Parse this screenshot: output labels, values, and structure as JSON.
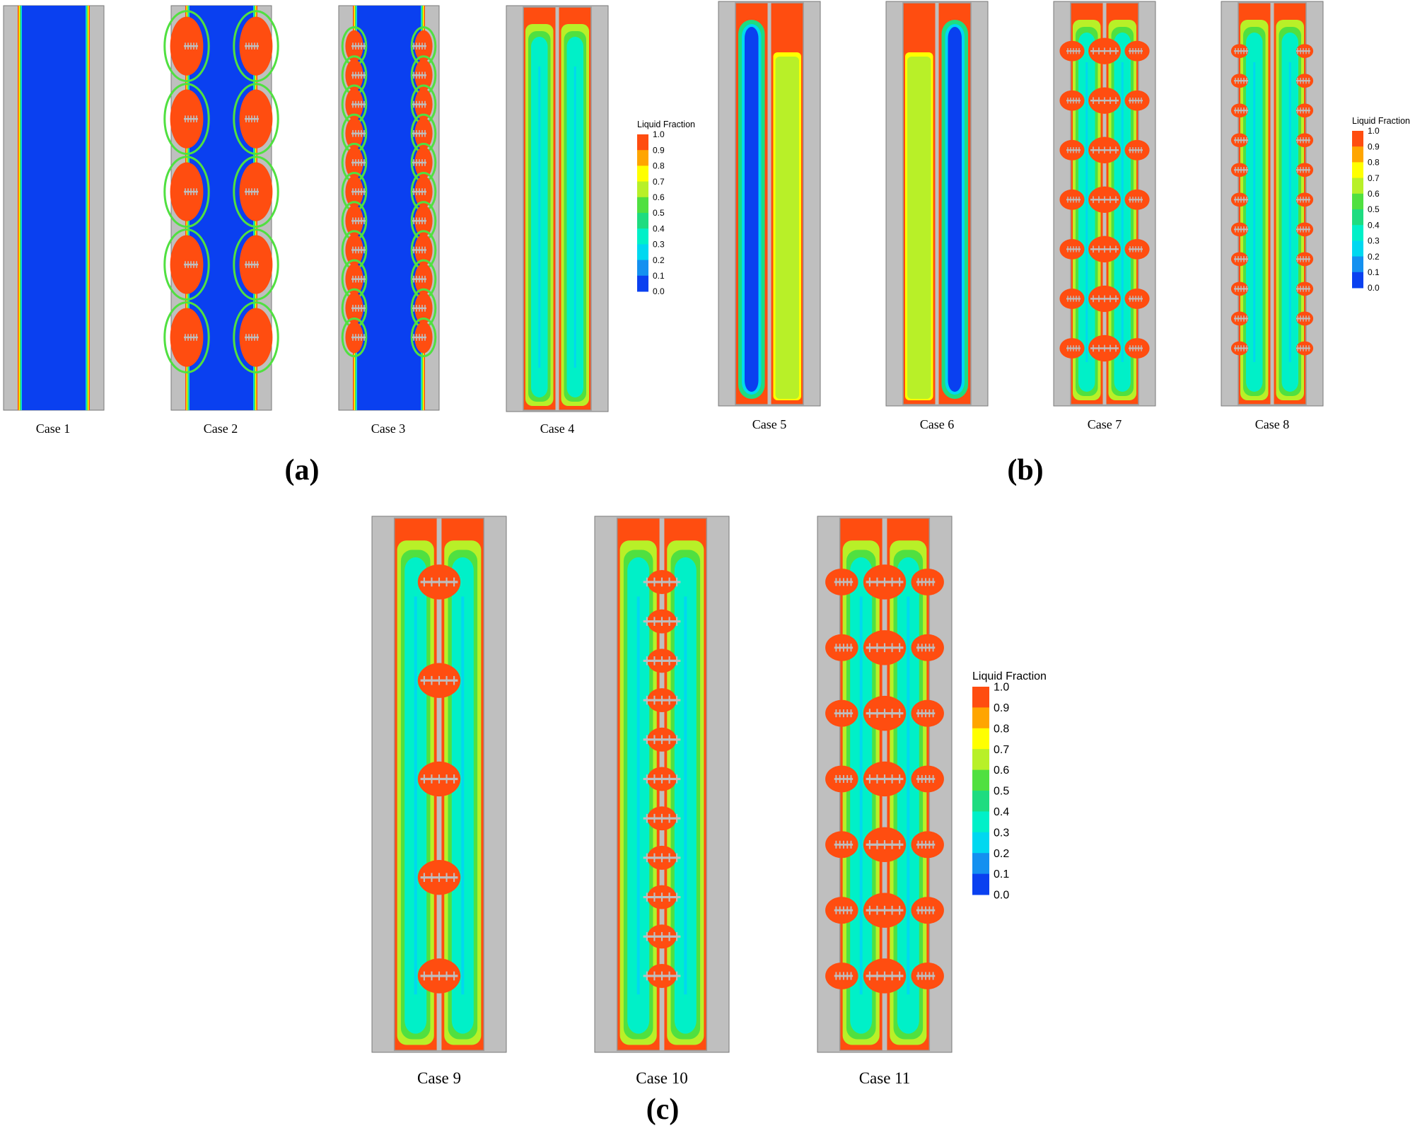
{
  "panel_labels": [
    "(a)",
    "(b)",
    "(c)"
  ],
  "cases": [
    {
      "label": "Case 1",
      "kind": "single",
      "fins": "none",
      "fin_count": 0
    },
    {
      "label": "Case 2",
      "kind": "single",
      "fins": "outer",
      "fin_count": 5
    },
    {
      "label": "Case 3",
      "kind": "single",
      "fins": "outer",
      "fin_count": 11
    },
    {
      "label": "Case 4",
      "kind": "double",
      "fins": "none",
      "fin_count": 0
    },
    {
      "label": "Case 5",
      "kind": "double",
      "fins": "none",
      "fin_count": 0,
      "variant": "left-solid"
    },
    {
      "label": "Case 6",
      "kind": "double",
      "fins": "none",
      "fin_count": 0,
      "variant": "right-solid"
    },
    {
      "label": "Case 7",
      "kind": "double",
      "fins": "all",
      "fin_count": 7
    },
    {
      "label": "Case 8",
      "kind": "double",
      "fins": "outer",
      "fin_count": 11
    },
    {
      "label": "Case 9",
      "kind": "double",
      "fins": "center",
      "fin_count": 5
    },
    {
      "label": "Case 10",
      "kind": "double",
      "fins": "center",
      "fin_count": 11
    },
    {
      "label": "Case 11",
      "kind": "double",
      "fins": "all",
      "fin_count": 7
    }
  ],
  "legend": {
    "title": "Liquid Fraction",
    "ticks": [
      "1.0",
      "0.9",
      "0.8",
      "0.7",
      "0.6",
      "0.5",
      "0.4",
      "0.3",
      "0.2",
      "0.1",
      "0.0"
    ],
    "colors": [
      "#ff4d10",
      "#ffa500",
      "#ffff00",
      "#b8f028",
      "#50e040",
      "#1edc80",
      "#00f0c8",
      "#00d8f0",
      "#1490f0",
      "#0a40f0"
    ]
  },
  "colors": {
    "wall_gray": "#bfbfbf",
    "solid_blue": "#0a40f0",
    "liquid_red": "#ff4d10",
    "mushy_green": "#50e040",
    "cyan_core": "#00f0c8",
    "yellow_green": "#b8f028"
  }
}
